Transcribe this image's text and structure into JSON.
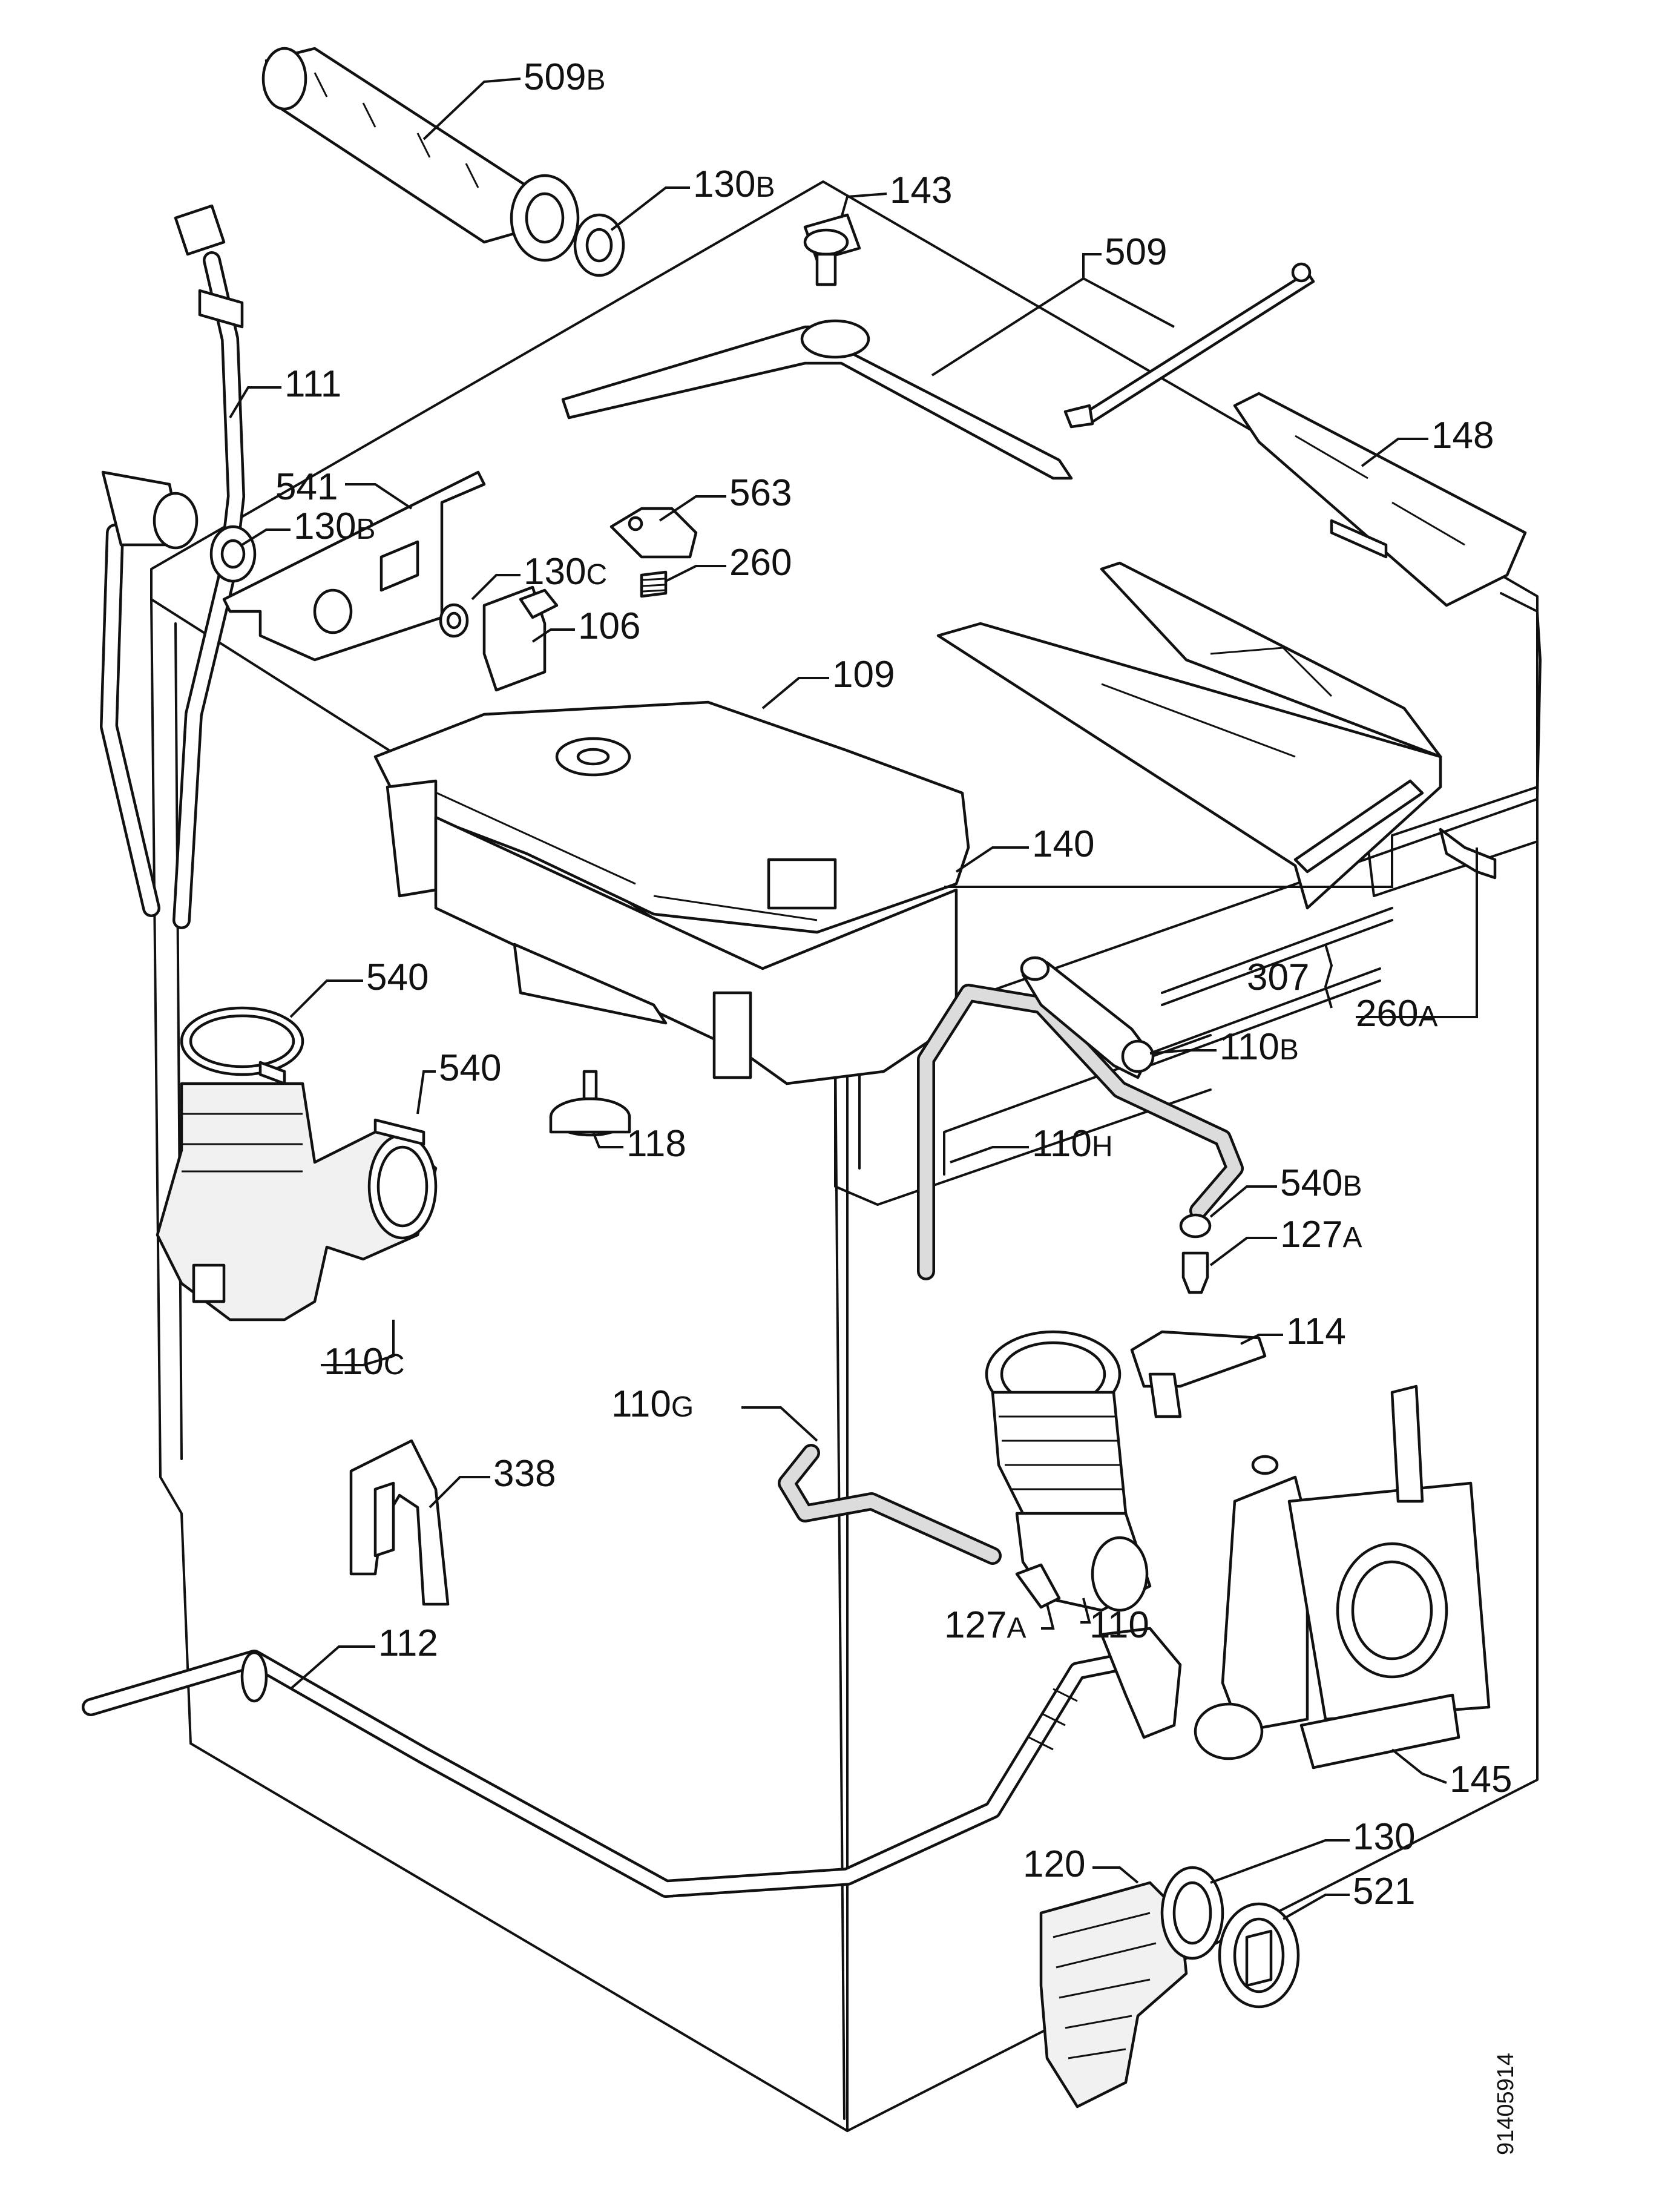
{
  "document_number": "91405914",
  "callouts": [
    {
      "id": "509b",
      "number": "509",
      "suffix": "B"
    },
    {
      "id": "130b-top",
      "number": "130",
      "suffix": "B"
    },
    {
      "id": "143",
      "number": "143",
      "suffix": ""
    },
    {
      "id": "509",
      "number": "509",
      "suffix": ""
    },
    {
      "id": "111",
      "number": "111",
      "suffix": ""
    },
    {
      "id": "148",
      "number": "148",
      "suffix": ""
    },
    {
      "id": "541",
      "number": "541",
      "suffix": ""
    },
    {
      "id": "130b-left",
      "number": "130",
      "suffix": "B"
    },
    {
      "id": "563",
      "number": "563",
      "suffix": ""
    },
    {
      "id": "260",
      "number": "260",
      "suffix": ""
    },
    {
      "id": "130c",
      "number": "130",
      "suffix": "C"
    },
    {
      "id": "106",
      "number": "106",
      "suffix": ""
    },
    {
      "id": "109",
      "number": "109",
      "suffix": ""
    },
    {
      "id": "140",
      "number": "140",
      "suffix": ""
    },
    {
      "id": "540-upper",
      "number": "540",
      "suffix": ""
    },
    {
      "id": "540-lower",
      "number": "540",
      "suffix": ""
    },
    {
      "id": "307",
      "number": "307",
      "suffix": ""
    },
    {
      "id": "260a",
      "number": "260",
      "suffix": "A"
    },
    {
      "id": "110b",
      "number": "110",
      "suffix": "B"
    },
    {
      "id": "118",
      "number": "118",
      "suffix": ""
    },
    {
      "id": "110h",
      "number": "110",
      "suffix": "H"
    },
    {
      "id": "540b",
      "number": "540",
      "suffix": "B"
    },
    {
      "id": "127a-upper",
      "number": "127",
      "suffix": "A"
    },
    {
      "id": "110c",
      "number": "110",
      "suffix": "C"
    },
    {
      "id": "114",
      "number": "114",
      "suffix": ""
    },
    {
      "id": "110g",
      "number": "110",
      "suffix": "G"
    },
    {
      "id": "338",
      "number": "338",
      "suffix": ""
    },
    {
      "id": "127a-lower",
      "number": "127",
      "suffix": "A"
    },
    {
      "id": "110",
      "number": "110",
      "suffix": ""
    },
    {
      "id": "112",
      "number": "112",
      "suffix": ""
    },
    {
      "id": "145",
      "number": "145",
      "suffix": ""
    },
    {
      "id": "130",
      "number": "130",
      "suffix": ""
    },
    {
      "id": "120",
      "number": "120",
      "suffix": ""
    },
    {
      "id": "521",
      "number": "521",
      "suffix": ""
    }
  ]
}
